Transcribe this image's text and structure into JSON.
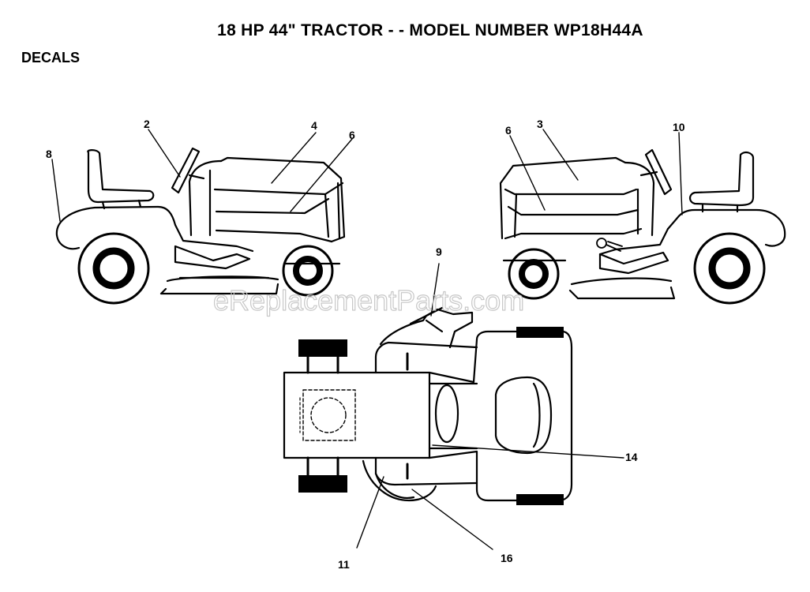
{
  "header": {
    "title": "18 HP 44\" TRACTOR - - MODEL NUMBER WP18H44A",
    "section": "DECALS"
  },
  "watermark": "eReplacementParts.com",
  "callouts": {
    "c2": "2",
    "c4": "4",
    "c6_left": "6",
    "c8": "8",
    "c6_right": "6",
    "c3": "3",
    "c10": "10",
    "c9": "9",
    "c14": "14",
    "c11": "11",
    "c16": "16"
  },
  "colors": {
    "ink": "#000000",
    "watermark": "#c8c8c8",
    "background": "#ffffff"
  }
}
